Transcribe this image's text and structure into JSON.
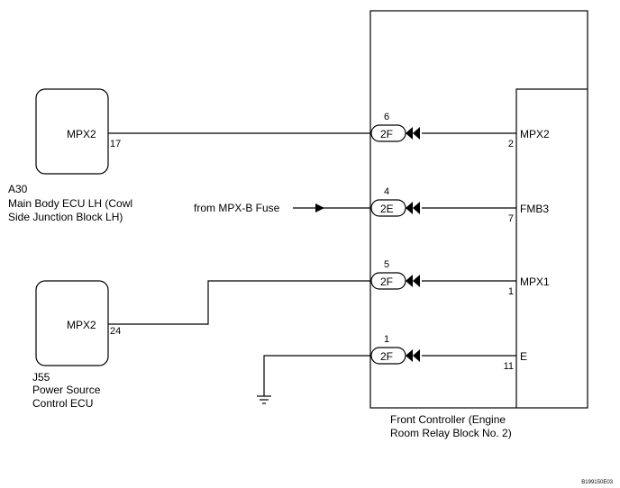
{
  "components": {
    "a30": {
      "ref": "A30",
      "name_lines": [
        "Main Body ECU LH (Cowl",
        "Side Junction Block LH)"
      ],
      "signal": "MPX2",
      "pin": "17"
    },
    "j55": {
      "ref": "J55",
      "name_lines": [
        "Power Source",
        "Control ECU"
      ],
      "signal": "MPX2",
      "pin": "24"
    },
    "front_controller": {
      "name_lines": [
        "Front Controller (Engine",
        "Room Relay Block No. 2)"
      ]
    }
  },
  "connectors": [
    {
      "pin_outer": "6",
      "code": "2F",
      "signal": "MPX2",
      "pin_inner": "2"
    },
    {
      "pin_outer": "4",
      "code": "2E",
      "signal": "FMB3",
      "pin_inner": "7"
    },
    {
      "pin_outer": "5",
      "code": "2F",
      "signal": "MPX1",
      "pin_inner": "1"
    },
    {
      "pin_outer": "1",
      "code": "2F",
      "signal": "E",
      "pin_inner": "11"
    }
  ],
  "fuse_source": "from MPX-B Fuse",
  "figure_code": "B199150E03",
  "icons": [
    "ground-symbol-icon",
    "arrow-icon",
    "connector-chevron-icon"
  ]
}
